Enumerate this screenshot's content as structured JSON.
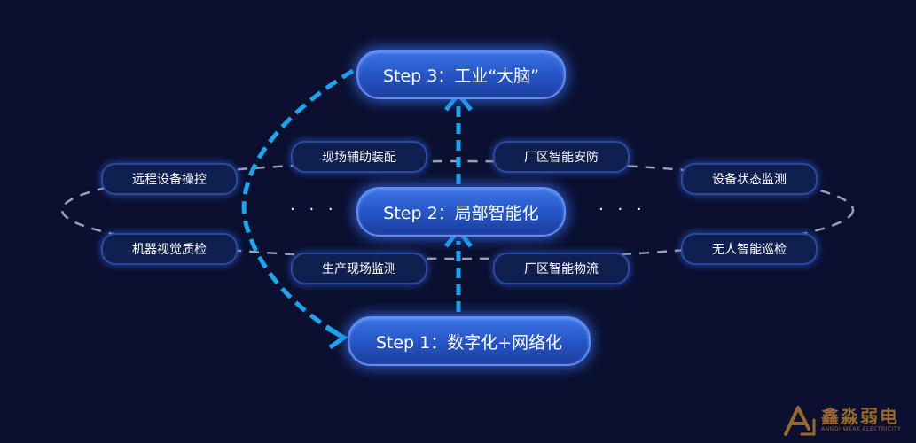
{
  "steps": {
    "step1": "Step 1：数字化+网络化",
    "step2": "Step 2：局部智能化",
    "step3": "Step 3：工业“大脑”"
  },
  "tags": {
    "left_top": "远程设备操控",
    "inner_top_left": "现场辅助装配",
    "inner_top_right": "厂区智能安防",
    "right_top": "设备状态监测",
    "left_bottom": "机器视觉质检",
    "inner_bottom_left": "生产现场监测",
    "inner_bottom_right": "厂区智能物流",
    "right_bottom": "无人智能巡检"
  },
  "ellipsis": {
    "left": "· · ·",
    "right": "· · ·"
  },
  "watermark": {
    "name_cn": "鑫淼弱电",
    "name_en": "ANGQI WEAK ELECTRICITY"
  },
  "colors": {
    "background": "#0b1030",
    "step_fill": "#2a5ad2",
    "arrow": "#1aa6ee",
    "ring": "#9aa1b3",
    "tag_fill": "#0f1f4f",
    "watermark": "#c9862a"
  }
}
